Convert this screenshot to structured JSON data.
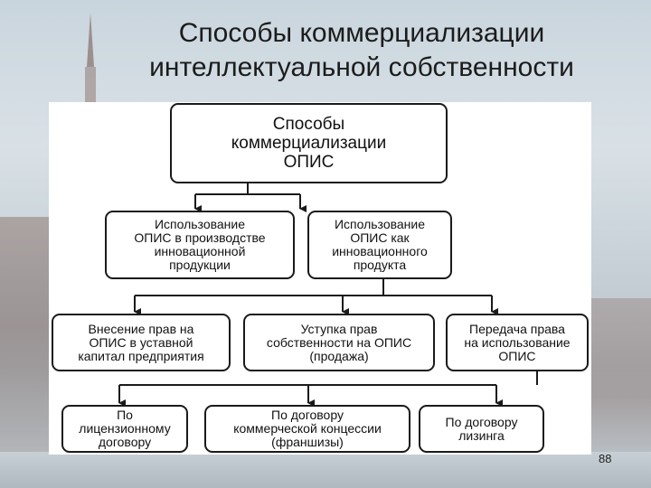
{
  "title": "Способы коммерциализации\nинтеллектуальной собственности",
  "page_number": "88",
  "diagram": {
    "root": "Способы\nкоммерциализации\nОПИС",
    "level1": [
      "Использование\nОПИС в производстве\nинновационной\nпродукции",
      "Использование\nОПИС как\nинновационного\nпродукта"
    ],
    "level2": [
      "Внесение прав на\nОПИС в уставной\nкапитал предприятия",
      "Уступка прав\nсобственности на ОПИС\n(продажа)",
      "Передача права\nна использование\nОПИС"
    ],
    "level3": [
      "По\nлицензионному\nдоговору",
      "По договору\nкоммерческой концессии\n(франшизы)",
      "По договору\nлизинга"
    ]
  }
}
